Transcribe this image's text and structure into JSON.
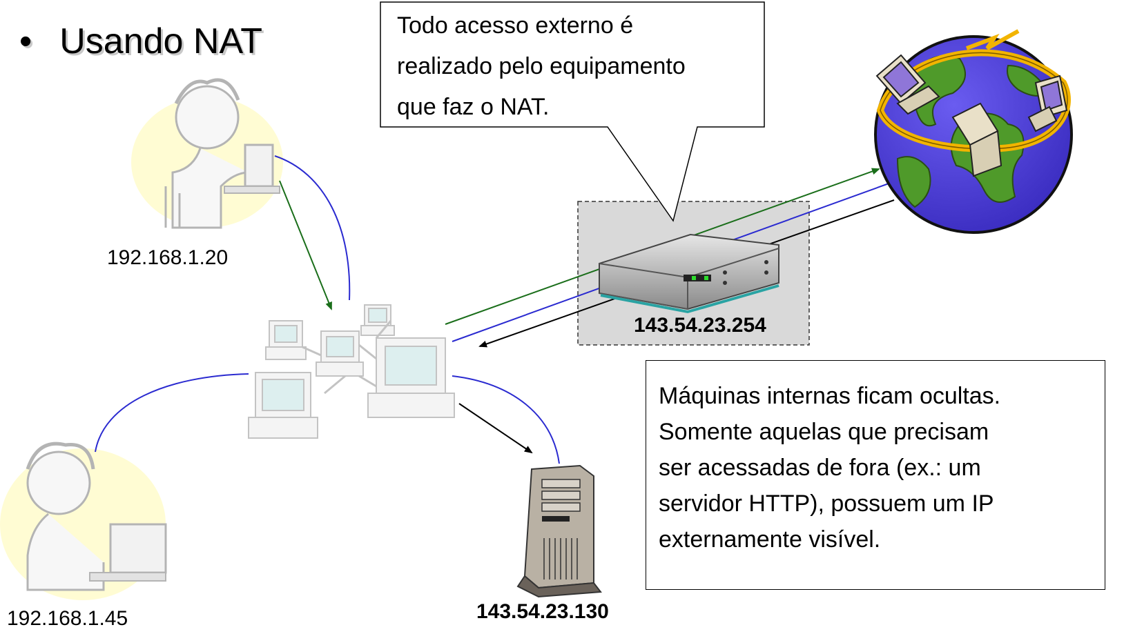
{
  "slide": {
    "title": "Usando NAT",
    "bullet": "•"
  },
  "callout": {
    "lines": [
      "Todo acesso externo é",
      "realizado pelo equipamento",
      "que faz o NAT."
    ]
  },
  "note": {
    "lines": [
      "Máquinas internas ficam ocultas.",
      "Somente aquelas que precisam",
      "ser acessadas de fora (ex.: um",
      "servidor HTTP), possuem um IP",
      "externamente visível."
    ]
  },
  "hosts": {
    "user_top_ip": "192.168.1.20",
    "user_bottom_ip": "192.168.1.45",
    "router_ip": "143.54.23.254",
    "server_ip": "143.54.23.130"
  },
  "colors": {
    "blue_link": "#2a2ad0",
    "green_arrow": "#1a6e1a",
    "black_arrow": "#000000",
    "globe_ocean": "#4a3cd6",
    "globe_land": "#4f9a2a",
    "ring": "#f2b400"
  }
}
